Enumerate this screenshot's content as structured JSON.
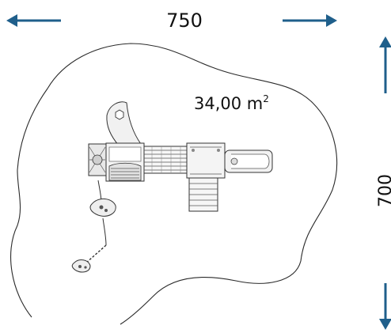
{
  "dimensions": {
    "width_label": "750",
    "height_label": "700"
  },
  "area_label": {
    "value": "34,00 m",
    "superscript": "2"
  },
  "colors": {
    "arrow": "#1f5f8b",
    "outline": "#333333",
    "text": "#111111"
  }
}
